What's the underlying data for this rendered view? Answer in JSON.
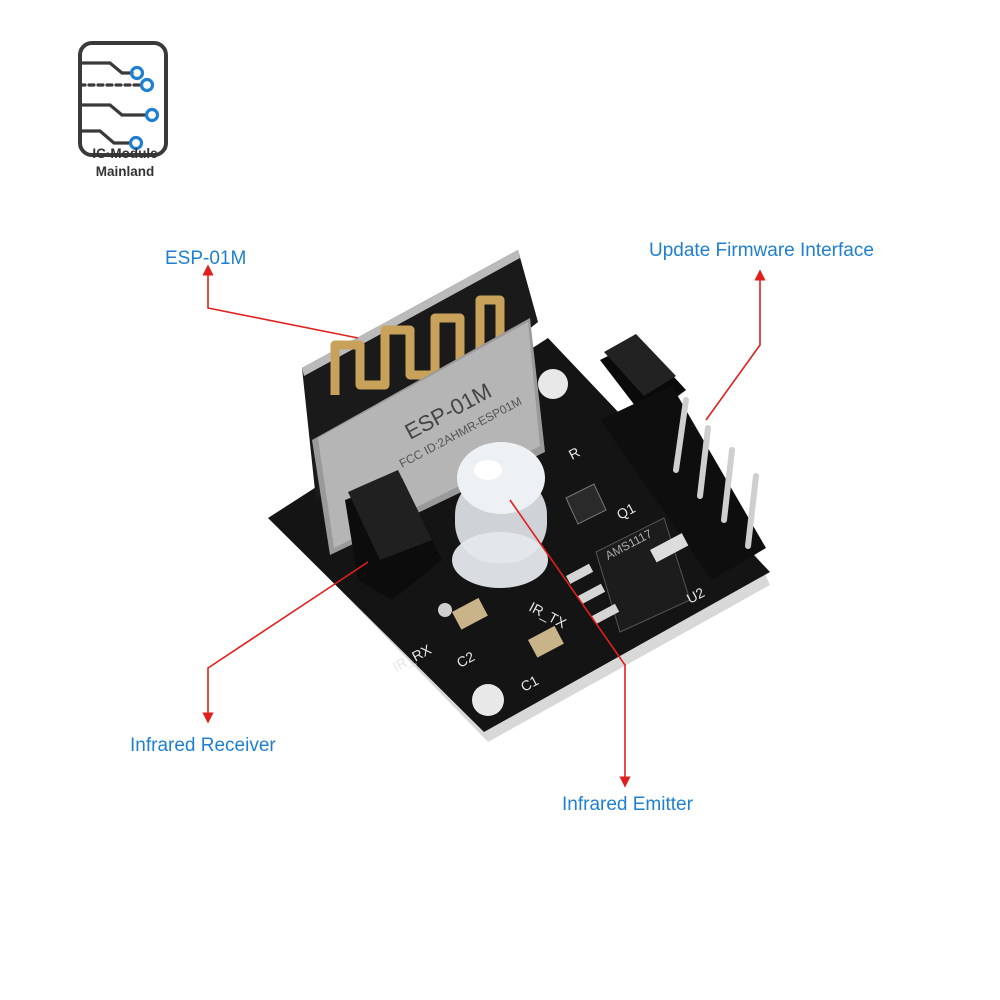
{
  "logo": {
    "line1": "IC·Module",
    "line2": "Mainland",
    "icon": "circuit-board-icon"
  },
  "board_silkscreen": {
    "module_name": "ESP-01M",
    "fcc_id": "FCC ID:2AHMR-ESP01M",
    "regulator": "AMS1117",
    "ref_q1": "Q1",
    "ref_r": "R",
    "ref_u2": "U2",
    "ref_c1": "C1",
    "ref_c2": "C2",
    "ir_rx": "IR_RX",
    "ir_tx": "IR_TX"
  },
  "callouts": {
    "esp": "ESP-01M",
    "firmware": "Update Firmware Interface",
    "receiver": "Infrared Receiver",
    "emitter": "Infrared Emitter"
  },
  "colors": {
    "label": "#1f7fd1",
    "arrow": "#e0201c",
    "board": "#141414",
    "antenna": "#c8a25a"
  }
}
